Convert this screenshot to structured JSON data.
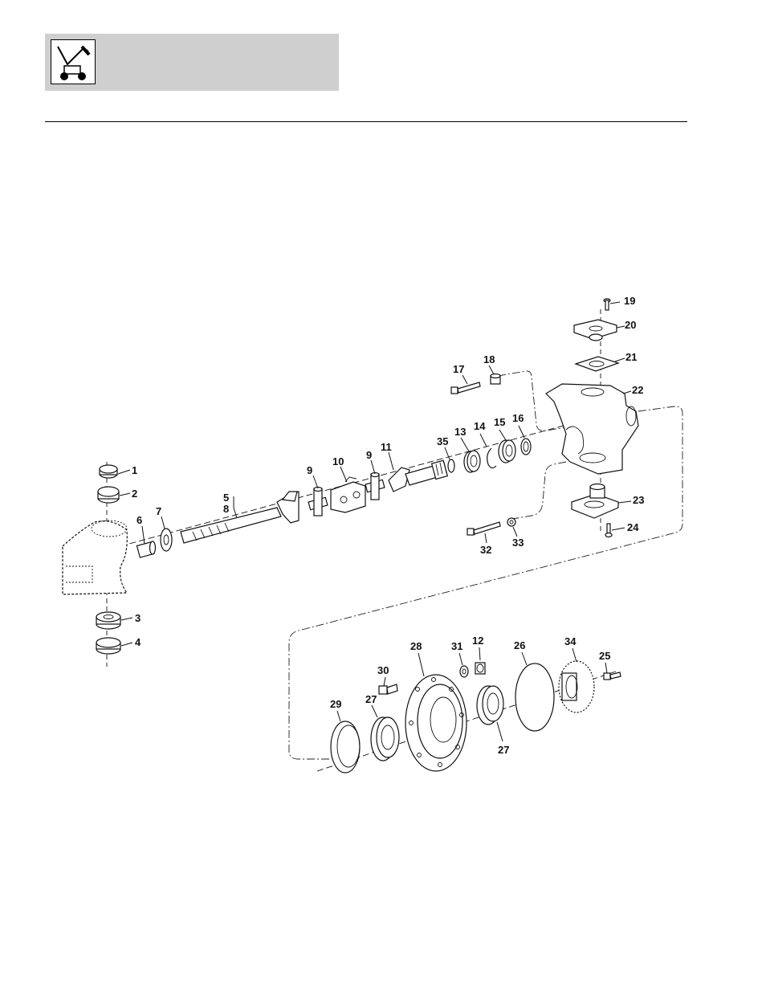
{
  "header": {
    "logo_icon": "loader-machine-icon",
    "background": "#cfcfcf"
  },
  "diagram": {
    "labels": {
      "p1": "1",
      "p2": "2",
      "p3": "3",
      "p4": "4",
      "p5": "5",
      "p6": "6",
      "p7": "7",
      "p8": "8",
      "p9a": "9",
      "p9b": "9",
      "p10": "10",
      "p11": "11",
      "p12": "12",
      "p13": "13",
      "p14": "14",
      "p15": "15",
      "p16": "16",
      "p17": "17",
      "p18": "18",
      "p19": "19",
      "p20": "20",
      "p21": "21",
      "p22": "22",
      "p23": "23",
      "p24": "24",
      "p25": "25",
      "p26": "26",
      "p27a": "27",
      "p27b": "27",
      "p28": "28",
      "p29": "29",
      "p30": "30",
      "p31": "31",
      "p32": "32",
      "p33": "33",
      "p34": "34",
      "p35": "35"
    }
  }
}
